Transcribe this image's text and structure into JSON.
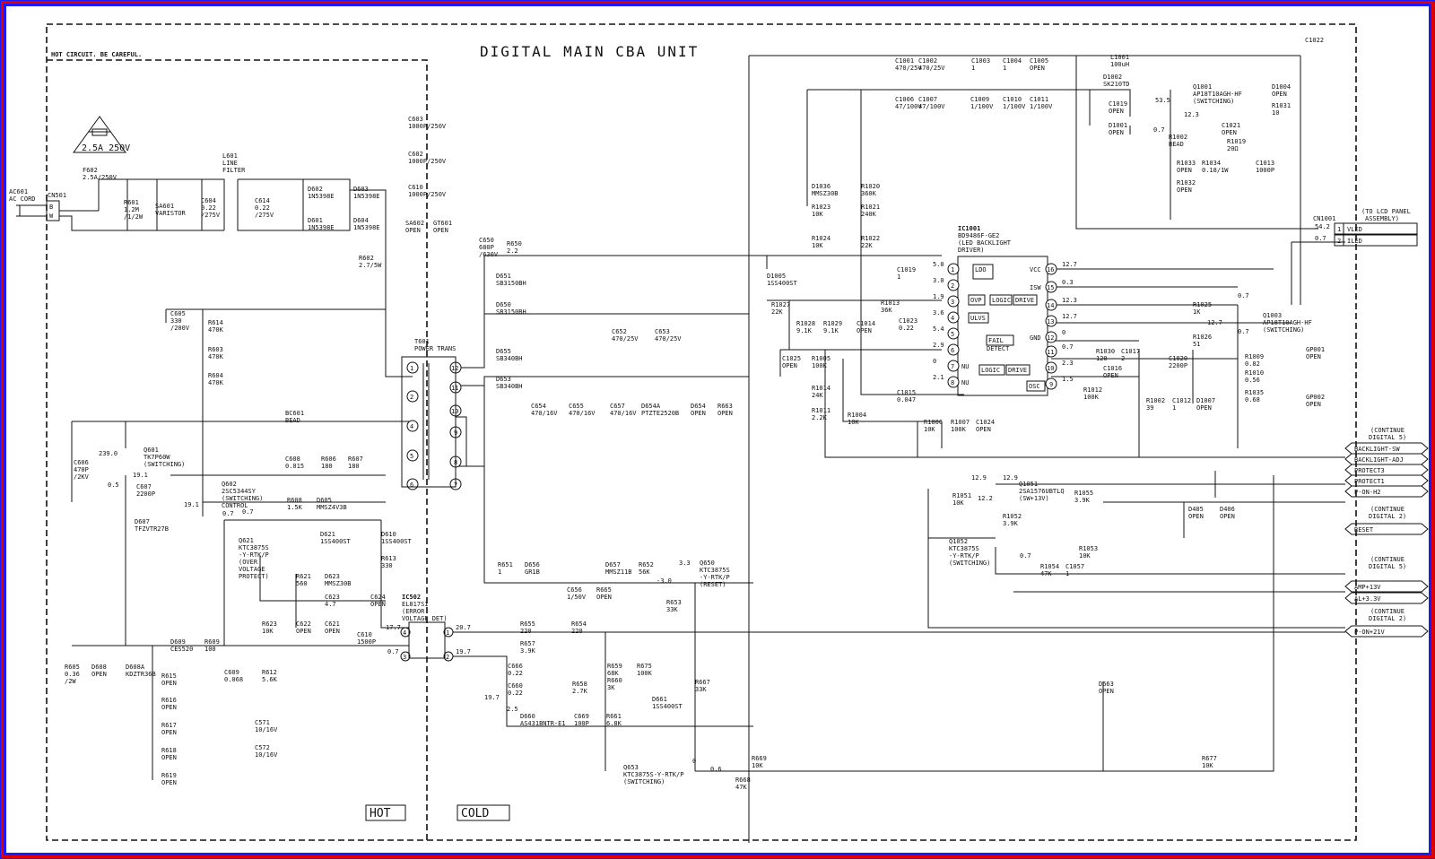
{
  "title": "DIGITAL MAIN CBA UNIT",
  "warning": "HOT CIRCUIT. BE CAREFUL.",
  "fuse_badge": "2.5A 250V",
  "zones": {
    "hot": "HOT",
    "cold": "COLD"
  },
  "input": {
    "ac": "AC601",
    "cord": "AC CORD",
    "cn": "CN501",
    "pins": [
      "B",
      "W"
    ]
  },
  "primary_labels": [
    [
      "F602",
      "2.5A/250V"
    ],
    [
      "R601",
      "1.2M",
      "/1/2W"
    ],
    [
      "SA601",
      "VARISTOR"
    ],
    [
      "C604",
      "0.22",
      "/275V"
    ],
    [
      "L601",
      "LINE",
      "FILTER"
    ],
    [
      "C614",
      "0.22",
      "/275V"
    ],
    [
      "D602",
      "1N5398E"
    ],
    [
      "D603",
      "1N5398E"
    ],
    [
      "D601",
      "1N5398E"
    ],
    [
      "D604",
      "1N5398E"
    ],
    [
      "C603",
      "1000P/250V"
    ],
    [
      "C602",
      "1000P/250V"
    ],
    [
      "C610",
      "1000P/250V"
    ],
    [
      "SA602",
      "OPEN"
    ],
    [
      "GT601",
      "OPEN"
    ],
    [
      "R602",
      "2.7/5W"
    ],
    [
      "C605",
      "330",
      "/200V"
    ],
    [
      "R614",
      "470K"
    ],
    [
      "R603",
      "470K"
    ],
    [
      "R604",
      "470K"
    ],
    [
      "BC601",
      "BEAD"
    ],
    [
      "Q601",
      "TK7P60W",
      "(SWITCHING)"
    ],
    [
      "C606",
      "470P",
      "/2KV"
    ],
    [
      "C607",
      "2200P"
    ],
    [
      "D607",
      "TFZVTR27B"
    ],
    [
      "C608",
      "0.015"
    ],
    [
      "R606",
      "180"
    ],
    [
      "R607",
      "180"
    ],
    [
      "Q602",
      "2SC5344SY",
      "(SWITCHING)",
      "CONTROL"
    ],
    [
      "R608",
      "1.5K"
    ],
    [
      "D605",
      "MMSZ4V3B"
    ],
    [
      "D621",
      "1SS400ST"
    ],
    [
      "D610",
      "1SS400ST"
    ],
    [
      "R613",
      "330"
    ],
    [
      "Q621",
      "KTC3875S",
      "-Y-RTK/P",
      "(OVER",
      "VOLTAGE",
      "PROTECT)"
    ],
    [
      "R621",
      "560"
    ],
    [
      "D623",
      "MMSZ30B"
    ],
    [
      "C623",
      "4.7"
    ],
    [
      "C624",
      "OPEN"
    ],
    [
      "R623",
      "10K"
    ],
    [
      "C622",
      "OPEN"
    ],
    [
      "C621",
      "OPEN"
    ],
    [
      "C610",
      "1500P"
    ],
    [
      "R605",
      "0.36",
      "/2W"
    ],
    [
      "D608",
      "OPEN"
    ],
    [
      "D608A",
      "KDZTR36B"
    ],
    [
      "D609",
      "CES520"
    ],
    [
      "R609",
      "100"
    ],
    [
      "C609",
      "0.068"
    ],
    [
      "R612",
      "5.6K"
    ],
    [
      "R615",
      "OPEN"
    ],
    [
      "R616",
      "OPEN"
    ],
    [
      "R617",
      "OPEN"
    ],
    [
      "R618",
      "OPEN"
    ],
    [
      "R619",
      "OPEN"
    ],
    [
      "C571",
      "10/16V"
    ],
    [
      "C572",
      "10/16V"
    ]
  ],
  "transformer": {
    "ref": "T601",
    "name": "POWER TRANS",
    "pins_left": [
      "1",
      "2",
      "4",
      "5",
      "6"
    ],
    "pins_right": [
      "12",
      "11",
      "10",
      "9",
      "8",
      "7"
    ]
  },
  "optocoupler": {
    "ref": "IC502",
    "part": "EL817S1",
    "desc": "(ERROR",
    "desc2": "VOLTAGE DET)",
    "pins": [
      "4",
      "3",
      "1",
      "2"
    ]
  },
  "secondary_labels": [
    [
      "C650",
      "680P",
      "/630V"
    ],
    [
      "R650",
      "2.2"
    ],
    [
      "D651",
      "SB3150BH"
    ],
    [
      "D650",
      "SB3150BH"
    ],
    [
      "C652",
      "470/25V"
    ],
    [
      "C653",
      "470/25V"
    ],
    [
      "D655",
      "SB340BH"
    ],
    [
      "D653",
      "SB340BH"
    ],
    [
      "C654",
      "470/16V"
    ],
    [
      "C655",
      "470/16V"
    ],
    [
      "C657",
      "470/16V"
    ],
    [
      "D654A",
      "PTZTE2520B"
    ],
    [
      "D654",
      "OPEN"
    ],
    [
      "R663",
      "OPEN"
    ],
    [
      "R651",
      "1"
    ],
    [
      "D656",
      "GR1B"
    ],
    [
      "C656",
      "1/50V"
    ],
    [
      "R665",
      "OPEN"
    ],
    [
      "D657",
      "MMSZ11B"
    ],
    [
      "R652",
      "56K"
    ],
    [
      "Q650",
      "KTC3875S",
      "-Y-RTK/P",
      "(RESET)"
    ],
    [
      "R653",
      "33K"
    ],
    [
      "R655",
      "220"
    ],
    [
      "R654",
      "220"
    ],
    [
      "R657",
      "3.9K"
    ],
    [
      "C666",
      "0.22"
    ],
    [
      "C660",
      "0.22"
    ],
    [
      "R658",
      "2.7K"
    ],
    [
      "R659",
      "68K"
    ],
    [
      "R660",
      "3K"
    ],
    [
      "R675",
      "100K"
    ],
    [
      "D660",
      "AS431BNTR-E1"
    ],
    [
      "C669",
      "100P"
    ],
    [
      "R661",
      "6.8K"
    ],
    [
      "D661",
      "1SS400ST"
    ],
    [
      "R667",
      "33K"
    ],
    [
      "Q653",
      "KTC3875S-Y-RTK/P",
      "(SWITCHING)"
    ],
    [
      "R669",
      "10K"
    ],
    [
      "R668",
      "47K"
    ],
    [
      "R677",
      "10K"
    ],
    [
      "D663",
      "OPEN"
    ]
  ],
  "led_section": [
    [
      "C1001",
      "470/25V"
    ],
    [
      "C1002",
      "470/25V"
    ],
    [
      "C1003",
      "1"
    ],
    [
      "C1004",
      "1"
    ],
    [
      "C1005",
      "OPEN"
    ],
    [
      "L1001",
      "100uH"
    ],
    [
      "C1022",
      ""
    ],
    [
      "C1006",
      "47/100V"
    ],
    [
      "C1007",
      "47/100V"
    ],
    [
      "C1009",
      "1/100V"
    ],
    [
      "C1010",
      "1/100V"
    ],
    [
      "C1011",
      "1/100V"
    ],
    [
      "D1002",
      "SK210TD"
    ],
    [
      "C1019",
      "OPEN"
    ],
    [
      "D1001",
      "OPEN"
    ],
    [
      "Q1001",
      "AP18T10AGH-HF",
      "(SWITCHING)"
    ],
    [
      "D1004",
      "OPEN"
    ],
    [
      "R1031",
      "10"
    ],
    [
      "C1021",
      "OPEN"
    ],
    [
      "R1002",
      "BEAD"
    ],
    [
      "R1019",
      "20Ω"
    ],
    [
      "R1033",
      "OPEN"
    ],
    [
      "R1034",
      "0.18/1W"
    ],
    [
      "C1013",
      "1000P"
    ],
    [
      "R1032",
      "OPEN"
    ],
    [
      "D1036",
      "MMSZ30B"
    ],
    [
      "R1020",
      "360K"
    ],
    [
      "R1023",
      "10K"
    ],
    [
      "R1021",
      "240K"
    ],
    [
      "R1024",
      "10K"
    ],
    [
      "R1022",
      "22K"
    ],
    [
      "D1005",
      "1SS400ST"
    ],
    [
      "C1019",
      "1"
    ],
    [
      "R1013",
      "36K"
    ],
    [
      "R1027",
      "22K"
    ],
    [
      "R1028",
      "9.1K"
    ],
    [
      "R1029",
      "9.1K"
    ],
    [
      "C1014",
      "OPEN"
    ],
    [
      "C1023",
      "0.22"
    ],
    [
      "C1025",
      "OPEN"
    ],
    [
      "R1005",
      "100K"
    ],
    [
      "R1014",
      "24K"
    ],
    [
      "R1011",
      "2.2K"
    ],
    [
      "R1004",
      "10K"
    ],
    [
      "C1015",
      "0.047"
    ],
    [
      "R1006",
      "10K"
    ],
    [
      "R1007",
      "100K"
    ],
    [
      "C1024",
      "OPEN"
    ],
    [
      "R1030",
      "120"
    ],
    [
      "C1017",
      "2"
    ],
    [
      "C1016",
      "OPEN"
    ],
    [
      "R1012",
      "100K"
    ],
    [
      "R1002",
      "39"
    ],
    [
      "C1012",
      "1"
    ],
    [
      "D1007",
      "OPEN"
    ],
    [
      "C1020",
      "2200P"
    ],
    [
      "R1025",
      "1K"
    ],
    [
      "Q1003",
      "AP18T10AGH-HF",
      "(SWITCHING)"
    ],
    [
      "R1026",
      "51"
    ],
    [
      "R1009",
      "0.82"
    ],
    [
      "R1010",
      "0.56"
    ],
    [
      "R1035",
      "0.68"
    ],
    [
      "GP001",
      "OPEN"
    ],
    [
      "GP002",
      "OPEN"
    ],
    [
      "Q1051",
      "2SA1576UBTLQ",
      "(SW+13V)"
    ],
    [
      "R1051",
      "10K"
    ],
    [
      "R1052",
      "3.9K"
    ],
    [
      "R1055",
      "3.9K"
    ],
    [
      "Q1052",
      "KTC3875S",
      "-Y-RTK/P",
      "(SWITCHING)"
    ],
    [
      "R1053",
      "10K"
    ],
    [
      "R1054",
      "47K"
    ],
    [
      "C1057",
      "1"
    ],
    [
      "D405",
      "OPEN"
    ],
    [
      "D406",
      "OPEN"
    ]
  ],
  "ic": {
    "ref": "IC1001",
    "part": "BD9486F-GE2",
    "desc": "(LED BACKLIGHT",
    "desc2": "DRIVER)",
    "blocks": [
      "LDO",
      "OVP",
      "ULVS",
      "LOGIC",
      "DRIVE",
      "FAIL",
      "DETECT",
      "LOGIC",
      "DRIVE",
      "OSC"
    ],
    "left_pins": [
      [
        "1",
        "5.0"
      ],
      [
        "2",
        "3.0"
      ],
      [
        "3",
        "1.9"
      ],
      [
        "4",
        "3.6"
      ],
      [
        "5",
        "5.4"
      ],
      [
        "6",
        "2.9"
      ],
      [
        "7",
        "0"
      ],
      [
        "8",
        "2.1"
      ]
    ],
    "left_names": [
      "",
      "",
      "",
      "",
      "",
      "",
      "NU",
      "NU"
    ],
    "right_pins": [
      [
        "16",
        "VCC",
        "12.7"
      ],
      [
        "15",
        "ISW",
        "0.3"
      ],
      [
        "14",
        "",
        "12.3"
      ],
      [
        "13",
        "",
        "12.7"
      ],
      [
        "12",
        "GND",
        "0"
      ],
      [
        "11",
        "",
        "0.7"
      ],
      [
        "10",
        "",
        "2.3"
      ],
      [
        "9",
        "",
        "1.5"
      ]
    ]
  },
  "lcd_panel": {
    "cn": "CN1001",
    "dest": "(TO LCD PANEL",
    "dest2": "ASSEMBLY)",
    "rows": [
      [
        "1",
        "VLED",
        "54.2"
      ],
      [
        "2",
        "ILED",
        "0.7"
      ]
    ]
  },
  "connectors": [
    {
      "group": "(CONTINUE",
      "group2": "DIGITAL 5)",
      "signals": [
        "BACKLIGHT-SW",
        "BACKLIGHT-ADJ",
        "PROTECT3",
        "PROTECT1",
        "P-ON-H2"
      ]
    },
    {
      "group": "(CONTINUE",
      "group2": "DIGITAL 2)",
      "signals": [
        "RESET"
      ]
    },
    {
      "group": "(CONTINUE",
      "group2": "DIGITAL 5)",
      "signals": [
        "AMP+13V",
        "AL+3.3V"
      ]
    },
    {
      "group": "(CONTINUE",
      "group2": "DIGITAL 2)",
      "signals": [
        "P-ON+21V"
      ]
    }
  ],
  "voltages": [
    "239.0",
    "19.1",
    "0.5",
    "0.7",
    "19.1",
    "0.7",
    "17.7",
    "0.7",
    "20.7",
    "19.7",
    "19.7",
    "2.5",
    "3.3",
    "-3.0",
    "0",
    "0.6",
    "12.9",
    "12.9",
    "12.2",
    "0.7",
    "53.5",
    "12.3",
    "0.7",
    "0.7",
    "12.7",
    "0.7"
  ]
}
